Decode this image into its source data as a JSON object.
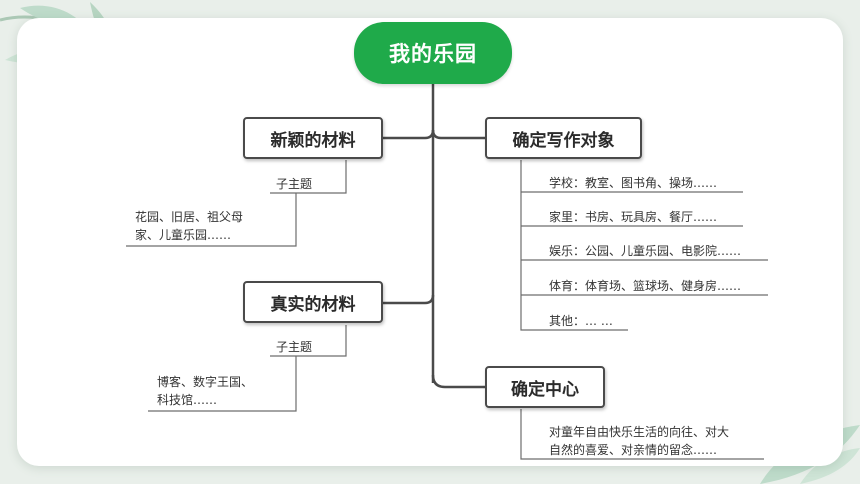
{
  "root": {
    "label": "我的乐园"
  },
  "left": [
    {
      "label": "新颖的材料",
      "sub_label": "子主题",
      "detail_lines": [
        "花园、旧居、祖父母",
        "家、儿童乐园……"
      ]
    },
    {
      "label": "真实的材料",
      "sub_label": "子主题",
      "detail_lines": [
        "博客、数字王国、",
        "科技馆……"
      ]
    }
  ],
  "right": [
    {
      "label": "确定写作对象",
      "items": [
        "学校：教室、图书角、操场……",
        "家里：书房、玩具房、餐厅……",
        "娱乐：公园、儿童乐园、电影院……",
        "体育：体育场、篮球场、健身房……",
        "其他：… …"
      ]
    },
    {
      "label": "确定中心",
      "detail_lines": [
        "对童年自由快乐生活的向往、对大",
        "自然的喜爱、对亲情的留念……"
      ]
    }
  ],
  "colors": {
    "root": "#1faa4a",
    "line": "#4a4a4a",
    "accent_leaf": "#9ccbb0"
  }
}
